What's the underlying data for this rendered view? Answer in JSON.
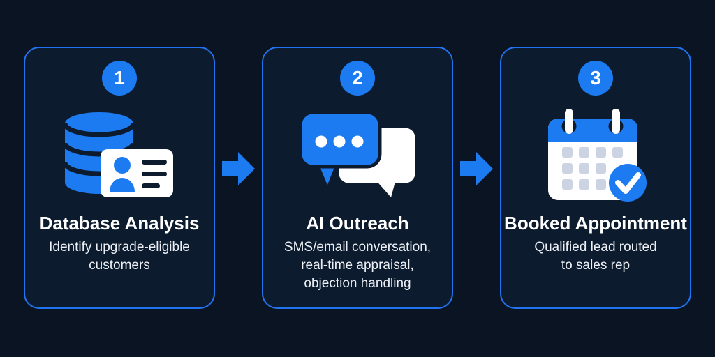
{
  "colors": {
    "background": "#0a1422",
    "card_background": "#0d1b2e",
    "card_border": "#2273f2",
    "accent_blue": "#1d7bf2",
    "icon_white": "#ffffff",
    "calendar_grid": "#ccd4e3",
    "title_text": "#ffffff",
    "subtitle_text": "#edf1f7"
  },
  "diagram": {
    "type": "process-flow",
    "step_count": 3,
    "connector": "arrow-right"
  },
  "steps": [
    {
      "number": "1",
      "icon": "database-idcard-icon",
      "title": "Database Analysis",
      "subtitle": "Identify upgrade-eligible\ncustomers"
    },
    {
      "number": "2",
      "icon": "chat-bubbles-icon",
      "title": "AI Outreach",
      "subtitle": "SMS/email conversation,\nreal-time appraisal,\nobjection handling"
    },
    {
      "number": "3",
      "icon": "calendar-check-icon",
      "title": "Booked Appointment",
      "subtitle": "Qualified lead routed\nto sales rep"
    }
  ]
}
